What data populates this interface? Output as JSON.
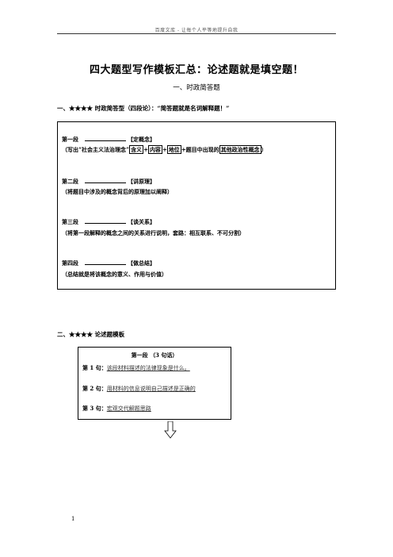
{
  "header": {
    "text": "百度文库 - 让每个人平等地提升自我"
  },
  "title": "四大题型写作模板汇总：论述题就是填空题！",
  "subheading": "一、时政简答题",
  "section1": {
    "heading": "一、★★★★  时政简答型（四段论）：“简答题就是名词解释题！”"
  },
  "paragraphs": [
    {
      "label": "第一段",
      "tag": "【定概念】",
      "note_prefix": "（写出“社会主义法治理念”",
      "boxed": [
        "含义",
        "内容",
        "地位"
      ],
      "note_mid": "+题目中出现的",
      "boxed_end": "其他政治性概念",
      "note_suffix": "）"
    },
    {
      "label": "第二段",
      "tag": "【讲原理】",
      "note": "（将题目中涉及的概念背后的原理加以阐释）"
    },
    {
      "label": "第三段",
      "tag": "【谈关系】",
      "note": "（将第一段解释的概念之间的关系进行说明，套路：相互联系、不可分割）"
    },
    {
      "label": "第四段",
      "tag": "【做总结】",
      "note": "（总结就是将该概念的意义、作用与价值）"
    }
  ],
  "section2": {
    "heading": "二、★★★★  论述题模板"
  },
  "template": {
    "title": "第一段  （3 句话）",
    "lines": [
      {
        "label": "第 1 句：",
        "value": "该段材料描述的法律现象是什么。"
      },
      {
        "label": "第 2 句：",
        "value": "用材料的信息说明自己描述是正确的"
      },
      {
        "label": "第 3 句：",
        "value": "宏观交代解题思路"
      }
    ]
  },
  "page_number": "1"
}
